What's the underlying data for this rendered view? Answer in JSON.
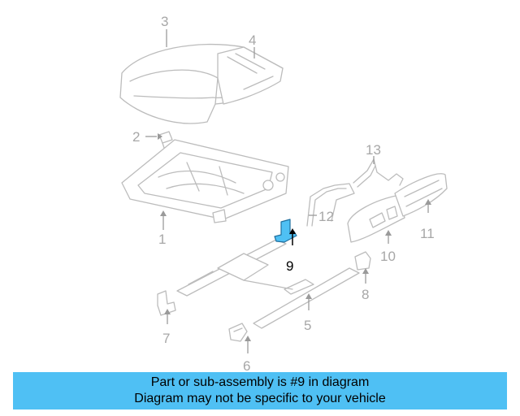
{
  "diagram": {
    "callouts": {
      "c1": "1",
      "c2": "2",
      "c3": "3",
      "c4": "4",
      "c5": "5",
      "c6": "6",
      "c7": "7",
      "c8": "8",
      "c9": "9",
      "c10": "10",
      "c11": "11",
      "c12": "12",
      "c13": "13"
    },
    "highlighted_part": "9",
    "colors": {
      "highlight": "#4fc0f4",
      "part_lines": "#bcbcbc",
      "callout_text": "#a7a7a7",
      "active_callout": "#000000",
      "banner": "#4fc0f4"
    }
  },
  "banner": {
    "line1": "Part or sub-assembly is #9 in diagram",
    "line2": "Diagram may not be specific to your vehicle"
  }
}
